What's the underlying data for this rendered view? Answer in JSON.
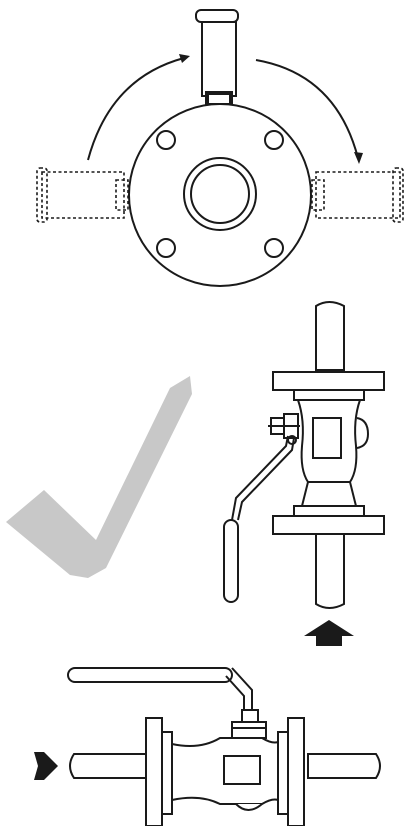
{
  "figure": {
    "panels": [
      "valve-top-view-rotation",
      "valve-vertical-install-ok",
      "valve-horizontal-install"
    ],
    "colors": {
      "ink": "#1a1a1a",
      "check": "#c8c8c8",
      "background": "#ffffff"
    },
    "icons": [
      "curved-arrow-left-icon",
      "curved-arrow-right-icon",
      "checkmark-icon",
      "flow-arrow-up-icon",
      "flow-arrow-right-icon"
    ]
  }
}
